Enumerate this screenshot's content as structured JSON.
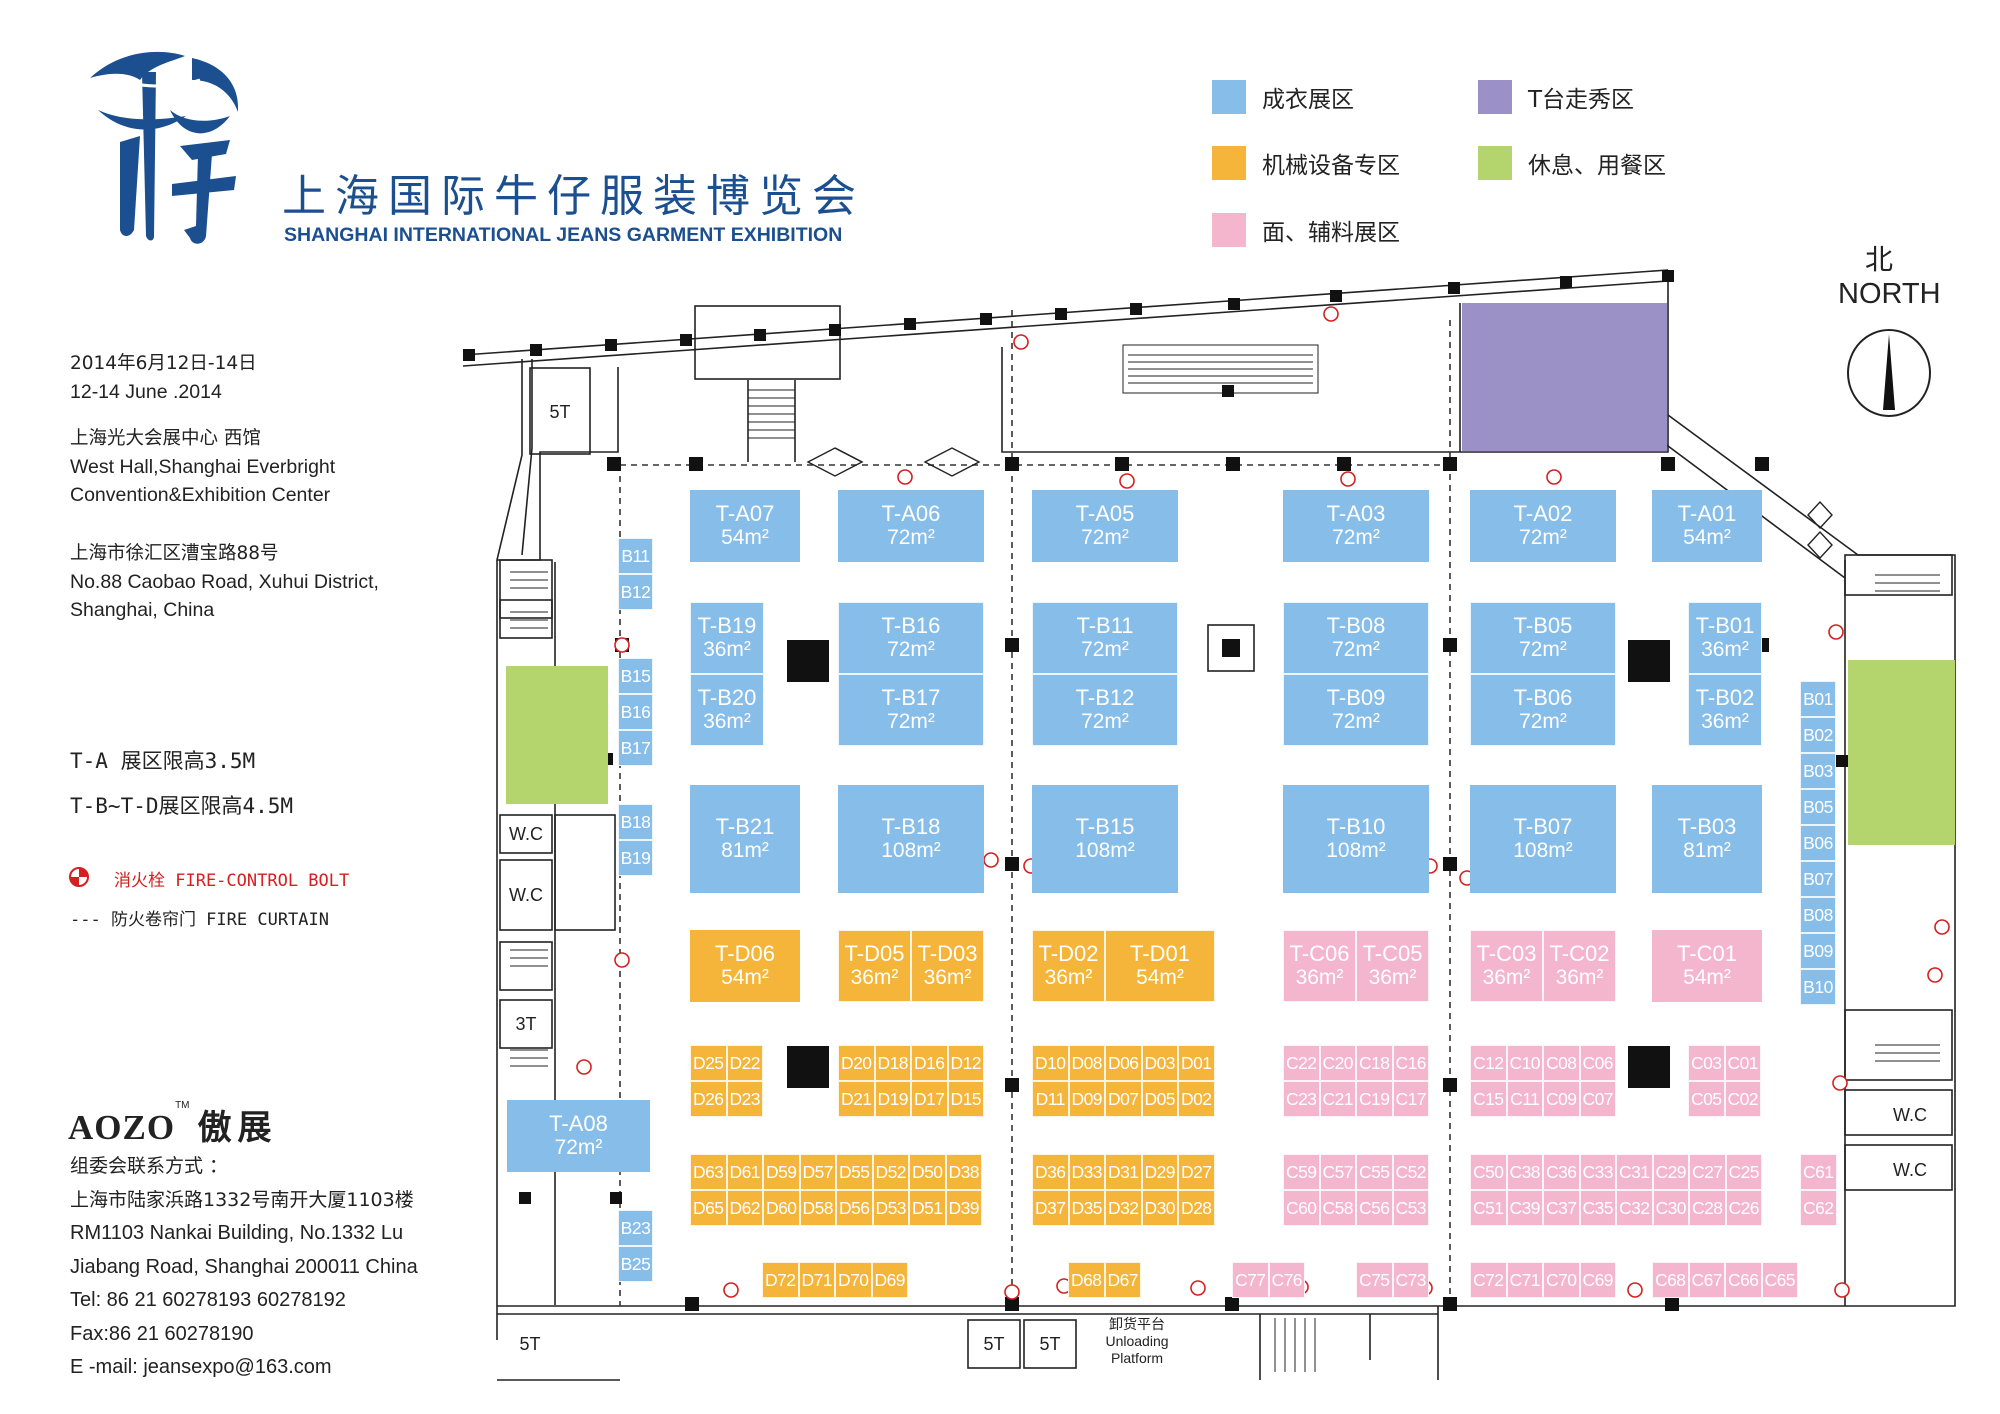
{
  "header": {
    "logo_name": "jeans-logo",
    "title_cn": "上海国际牛仔服装博览会",
    "title_en": "SHANGHAI INTERNATIONAL JEANS GARMENT EXHIBITION"
  },
  "legend": {
    "items": [
      {
        "label": "成衣展区",
        "color": "#86bde9"
      },
      {
        "label": "T台走秀区",
        "color": "#9b91c6"
      },
      {
        "label": "机械设备专区",
        "color": "#f4b53a"
      },
      {
        "label": "休息、用餐区",
        "color": "#b4d46e"
      },
      {
        "label": "面、辅料展区",
        "color": "#f4b6cd"
      }
    ],
    "north_cn": "北",
    "north_en": "NORTH"
  },
  "info": {
    "date_cn": "2014年6月12日-14日",
    "date_en": "12-14 June .2014",
    "venue_cn": "上海光大会展中心 西馆",
    "venue_en_1": "West Hall,Shanghai Everbright",
    "venue_en_2": "Convention&Exhibition Center",
    "addr_cn": "上海市徐汇区漕宝路88号",
    "addr_en_1": "No.88 Caobao Road, Xuhui District,",
    "addr_en_2": "Shanghai, China",
    "limit_1": "T-A 展区限高3.5M",
    "limit_2": "T-B~T-D展区限高4.5M",
    "fire_bolt": "消火栓  FIRE-CONTROL BOLT",
    "fire_curtain": "---  防火卷帘门  FIRE CURTAIN"
  },
  "organizer": {
    "brand_en": "AOZO",
    "brand_tm": "TM",
    "brand_cn": "傲展",
    "contact_title": "组委会联系方式 ：",
    "addr_cn": "上海市陆家浜路1332号南开大厦1103楼",
    "addr_en_1": "RM1103 Nankai Building, No.1332 Lu",
    "addr_en_2": "Jiabang Road, Shanghai 200011 China",
    "tel": "Tel: 86 21 60278193 60278192",
    "fax": "Fax:86 21 60278190",
    "email": "E -mail: jeansexpo@163.com"
  },
  "map_labels": {
    "wc": "W.C",
    "t5": "5T",
    "t3": "3T",
    "unload_cn": "卸货平台",
    "unload_en_1": "Unloading",
    "unload_en_2": "Platform"
  },
  "booths_big": [
    {
      "id": "T-A07",
      "area": "54m²"
    },
    {
      "id": "T-A06",
      "area": "72m²"
    },
    {
      "id": "T-A05",
      "area": "72m²"
    },
    {
      "id": "T-A03",
      "area": "72m²"
    },
    {
      "id": "T-A02",
      "area": "72m²"
    },
    {
      "id": "T-A01",
      "area": "54m²"
    },
    {
      "id": "T-B19",
      "area": "36m²"
    },
    {
      "id": "T-B16",
      "area": "72m²"
    },
    {
      "id": "T-B11",
      "area": "72m²"
    },
    {
      "id": "T-B08",
      "area": "72m²"
    },
    {
      "id": "T-B05",
      "area": "72m²"
    },
    {
      "id": "T-B01",
      "area": "36m²"
    },
    {
      "id": "T-B20",
      "area": "36m²"
    },
    {
      "id": "T-B17",
      "area": "72m²"
    },
    {
      "id": "T-B12",
      "area": "72m²"
    },
    {
      "id": "T-B09",
      "area": "72m²"
    },
    {
      "id": "T-B06",
      "area": "72m²"
    },
    {
      "id": "T-B02",
      "area": "36m²"
    },
    {
      "id": "T-B21",
      "area": "81m²"
    },
    {
      "id": "T-B18",
      "area": "108m²"
    },
    {
      "id": "T-B15",
      "area": "108m²"
    },
    {
      "id": "T-B10",
      "area": "108m²"
    },
    {
      "id": "T-B07",
      "area": "108m²"
    },
    {
      "id": "T-B03",
      "area": "81m²"
    },
    {
      "id": "T-D06",
      "area": "54m²"
    },
    {
      "id": "T-D05",
      "area": "36m²"
    },
    {
      "id": "T-D03",
      "area": "36m²"
    },
    {
      "id": "T-D02",
      "area": "36m²"
    },
    {
      "id": "T-D01",
      "area": "54m²"
    },
    {
      "id": "T-C06",
      "area": "36m²"
    },
    {
      "id": "T-C05",
      "area": "36m²"
    },
    {
      "id": "T-C03",
      "area": "36m²"
    },
    {
      "id": "T-C02",
      "area": "36m²"
    },
    {
      "id": "T-C01",
      "area": "54m²"
    },
    {
      "id": "T-A08",
      "area": "72m²"
    }
  ],
  "booths_small": {
    "B_left": [
      "B11",
      "B12",
      "B15",
      "B16",
      "B17",
      "B18",
      "B19",
      "B23",
      "B25"
    ],
    "B_right": [
      "B01",
      "B02",
      "B03",
      "B05",
      "B06",
      "B07",
      "B08",
      "B09",
      "B10"
    ],
    "D_rowA": [
      "D25",
      "D22",
      "D20",
      "D18",
      "D16",
      "D12",
      "D10",
      "D08",
      "D06",
      "D03",
      "D01"
    ],
    "D_rowB": [
      "D26",
      "D23",
      "D21",
      "D19",
      "D17",
      "D15",
      "D11",
      "D09",
      "D07",
      "D05",
      "D02"
    ],
    "C_rowA": [
      "C22",
      "C20",
      "C18",
      "C16",
      "C12",
      "C10",
      "C08",
      "C06",
      "C03",
      "C01"
    ],
    "C_rowB": [
      "C23",
      "C21",
      "C19",
      "C17",
      "C15",
      "C11",
      "C09",
      "C07",
      "C05",
      "C02"
    ],
    "D_rowC": [
      "D63",
      "D61",
      "D59",
      "D57",
      "D55",
      "D52",
      "D50",
      "D38",
      "D36",
      "D33",
      "D31",
      "D29",
      "D27"
    ],
    "D_rowD": [
      "D65",
      "D62",
      "D60",
      "D58",
      "D56",
      "D53",
      "D51",
      "D39",
      "D37",
      "D35",
      "D32",
      "D30",
      "D28"
    ],
    "C_rowC": [
      "C59",
      "C57",
      "C55",
      "C52",
      "C50",
      "C38",
      "C36",
      "C33",
      "C31",
      "C29",
      "C27",
      "C25",
      "C61"
    ],
    "C_rowD": [
      "C60",
      "C58",
      "C56",
      "C53",
      "C51",
      "C39",
      "C37",
      "C35",
      "C32",
      "C30",
      "C28",
      "C26",
      "C62"
    ],
    "D_rowE": [
      "D72",
      "D71",
      "D70",
      "D69",
      "D68",
      "D67"
    ],
    "C_rowE": [
      "C77",
      "C76",
      "C75",
      "C73",
      "C72",
      "C71",
      "C70",
      "C69",
      "C68",
      "C67",
      "C66",
      "C65"
    ]
  }
}
